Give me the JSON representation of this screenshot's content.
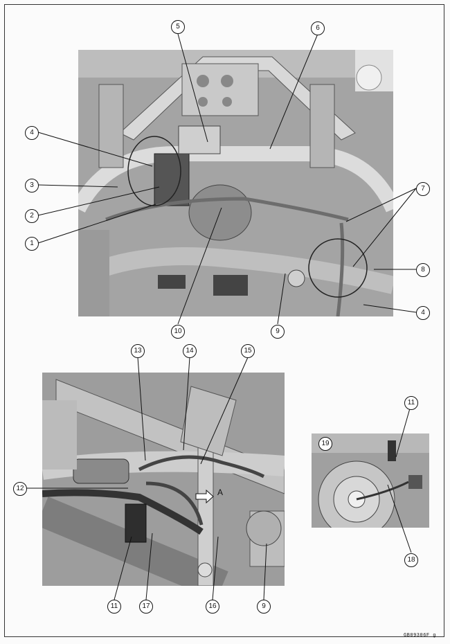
{
  "top_figure": {
    "callouts": [
      "5",
      "6",
      "4",
      "3",
      "2",
      "1",
      "7",
      "8",
      "4",
      "10",
      "9"
    ]
  },
  "bottom_left_figure": {
    "callouts": [
      "13",
      "14",
      "15",
      "12",
      "11",
      "17",
      "16",
      "9"
    ],
    "arrow_label": "A"
  },
  "bottom_right_figure": {
    "callouts": [
      "11",
      "19",
      "18"
    ]
  },
  "figure_code": "GB09306F  ɡ"
}
